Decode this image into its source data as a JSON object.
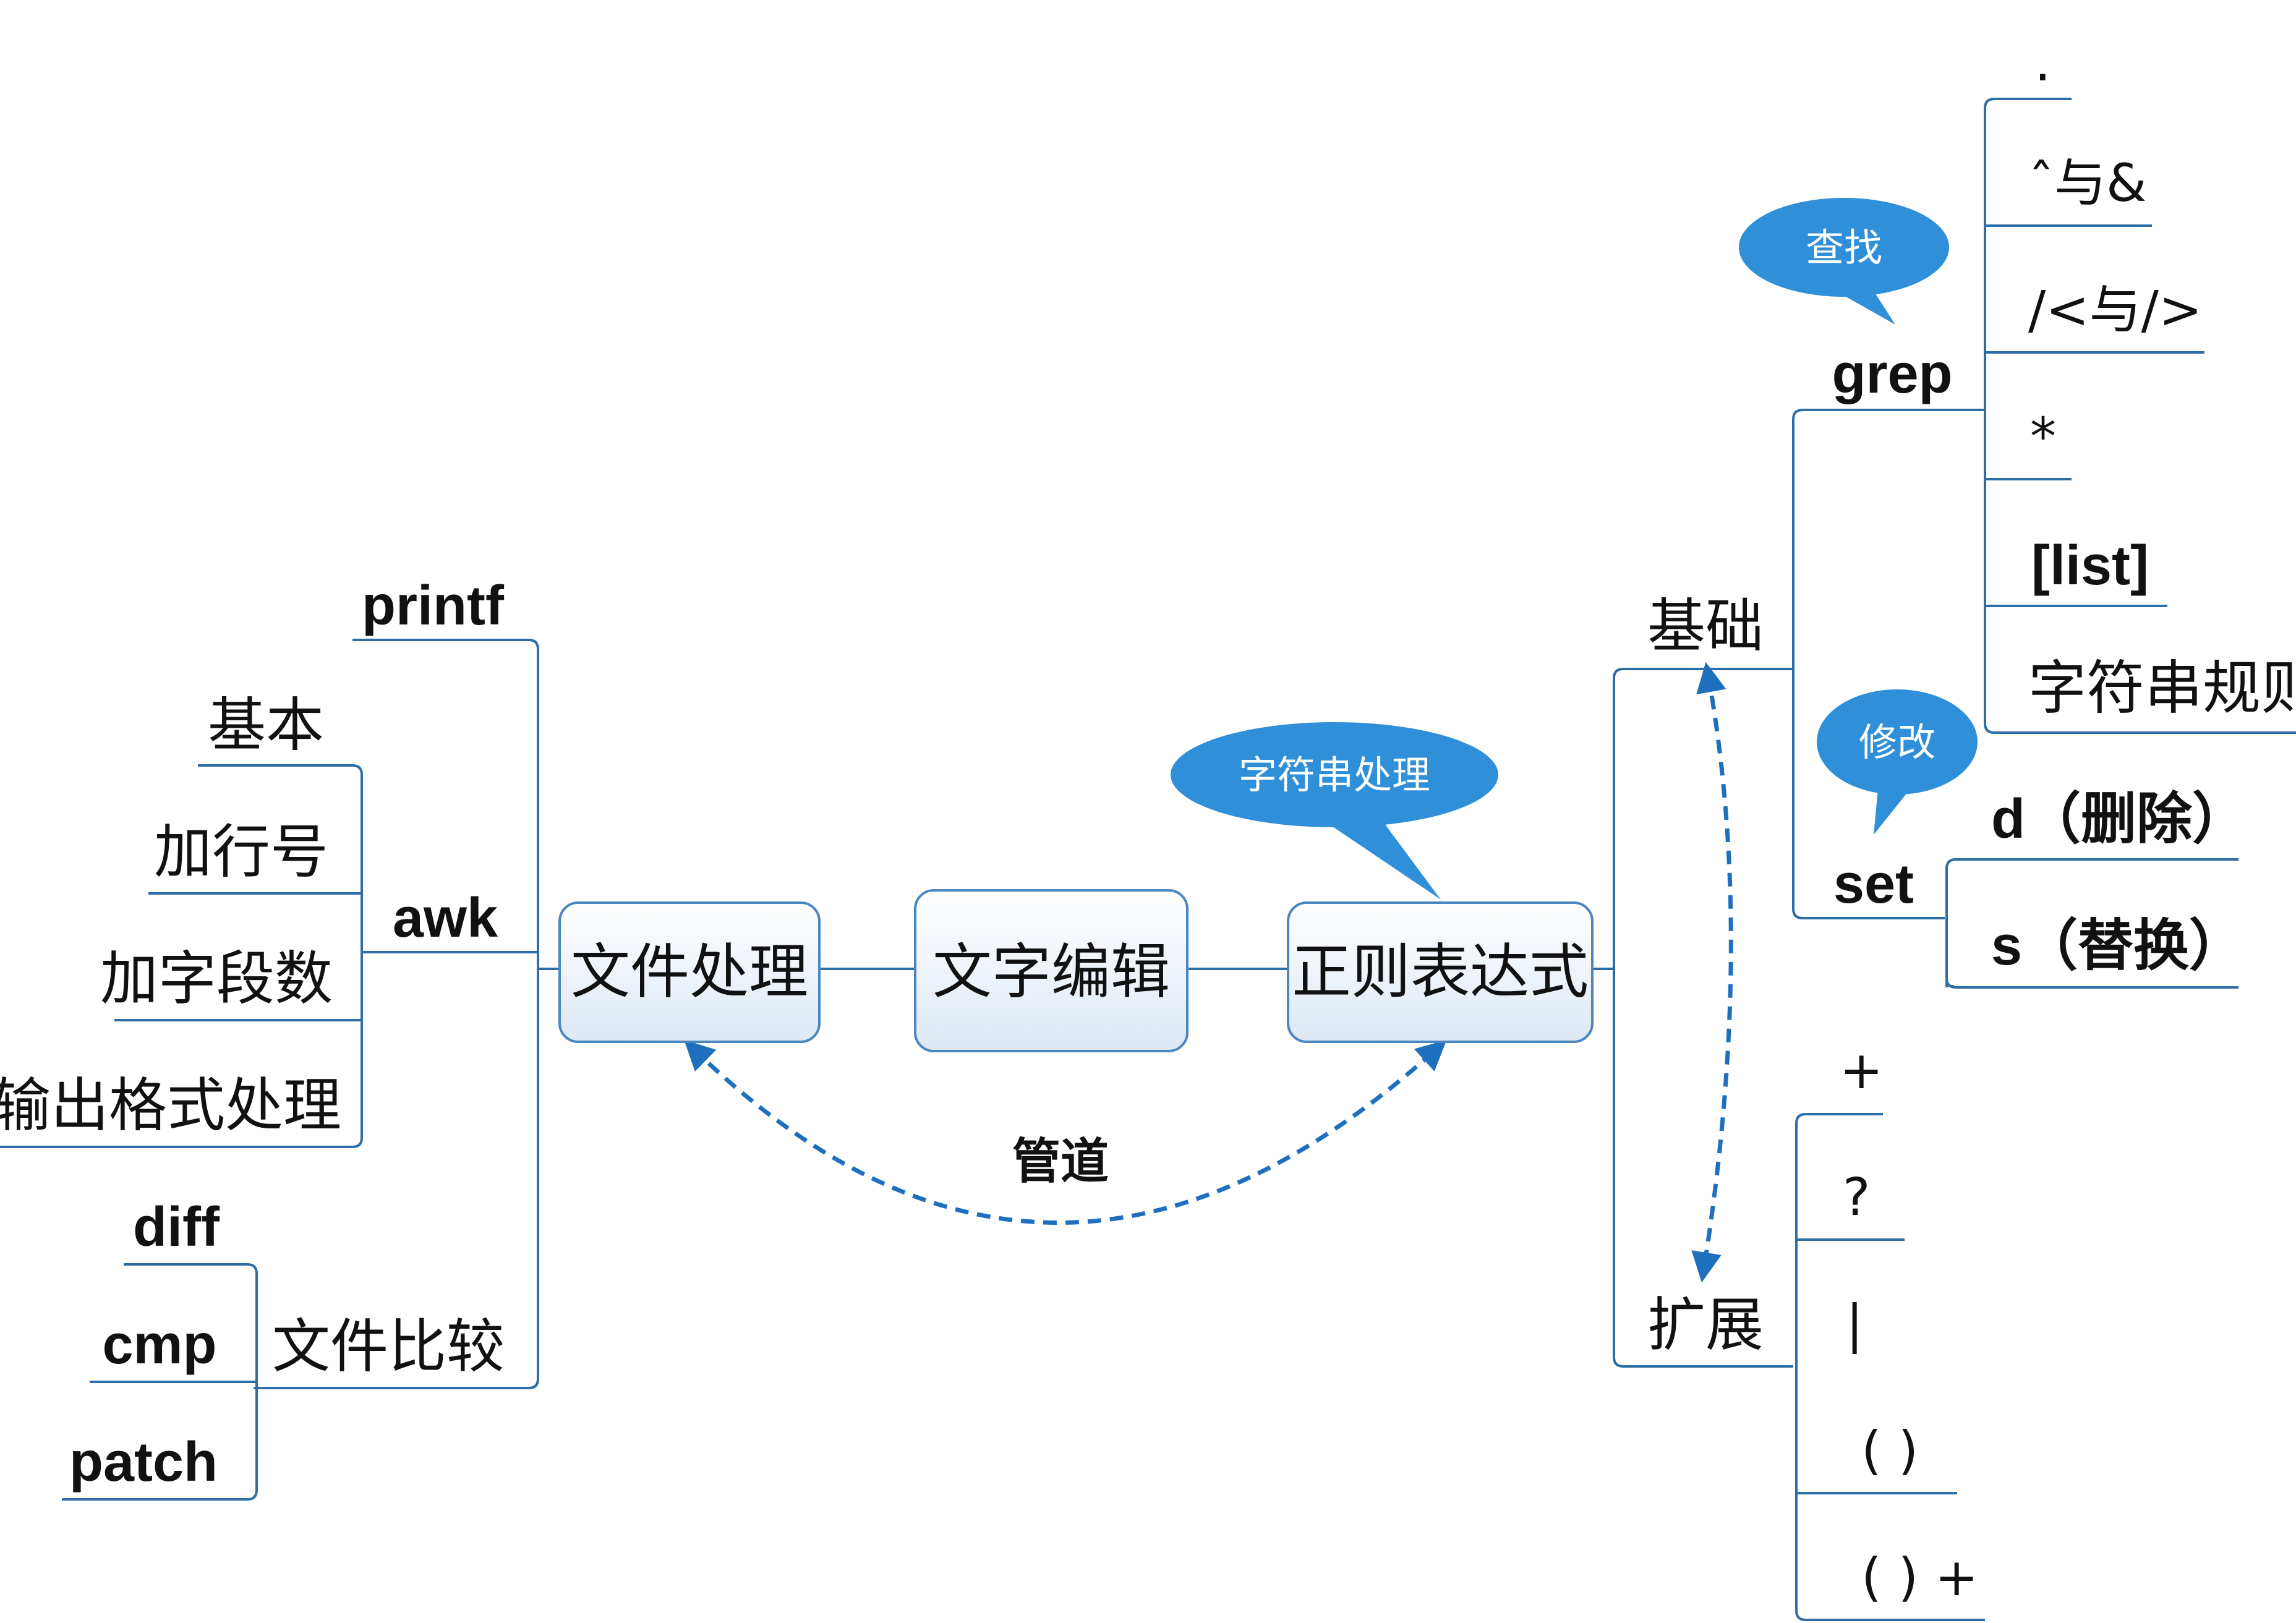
{
  "colors": {
    "line": "#2e6ea6",
    "bubble": "#2f8fd8",
    "dashed_arrow": "#1f6fbf",
    "node_fill_top": "#ffffff",
    "node_fill_bottom": "#dde8f4"
  },
  "central_nodes": {
    "file_processing": "文件处理",
    "text_editing": "文字编辑",
    "regex": "正则表达式"
  },
  "bubbles": {
    "string_processing": "字符串处理",
    "search": "查找",
    "modify": "修改"
  },
  "pipe_label": "管道",
  "left": {
    "printf": "printf",
    "awk": "awk",
    "awk_items": [
      "基本",
      "加行号",
      "加字段数",
      "输出格式处理"
    ],
    "file_compare": "文件比较",
    "compare_items": [
      "diff",
      "cmp",
      "patch"
    ]
  },
  "right": {
    "basics": "基础",
    "grep": "grep",
    "grep_items": [
      ".",
      "ˆ与&",
      "/<与/>",
      "*",
      "[list]",
      "字符串规则"
    ],
    "set": "set",
    "set_items": [
      "d（删除）",
      "s（替换）"
    ],
    "extension": "扩展",
    "extension_items": [
      "+",
      "?",
      "|",
      "( )",
      "( ) +"
    ]
  }
}
